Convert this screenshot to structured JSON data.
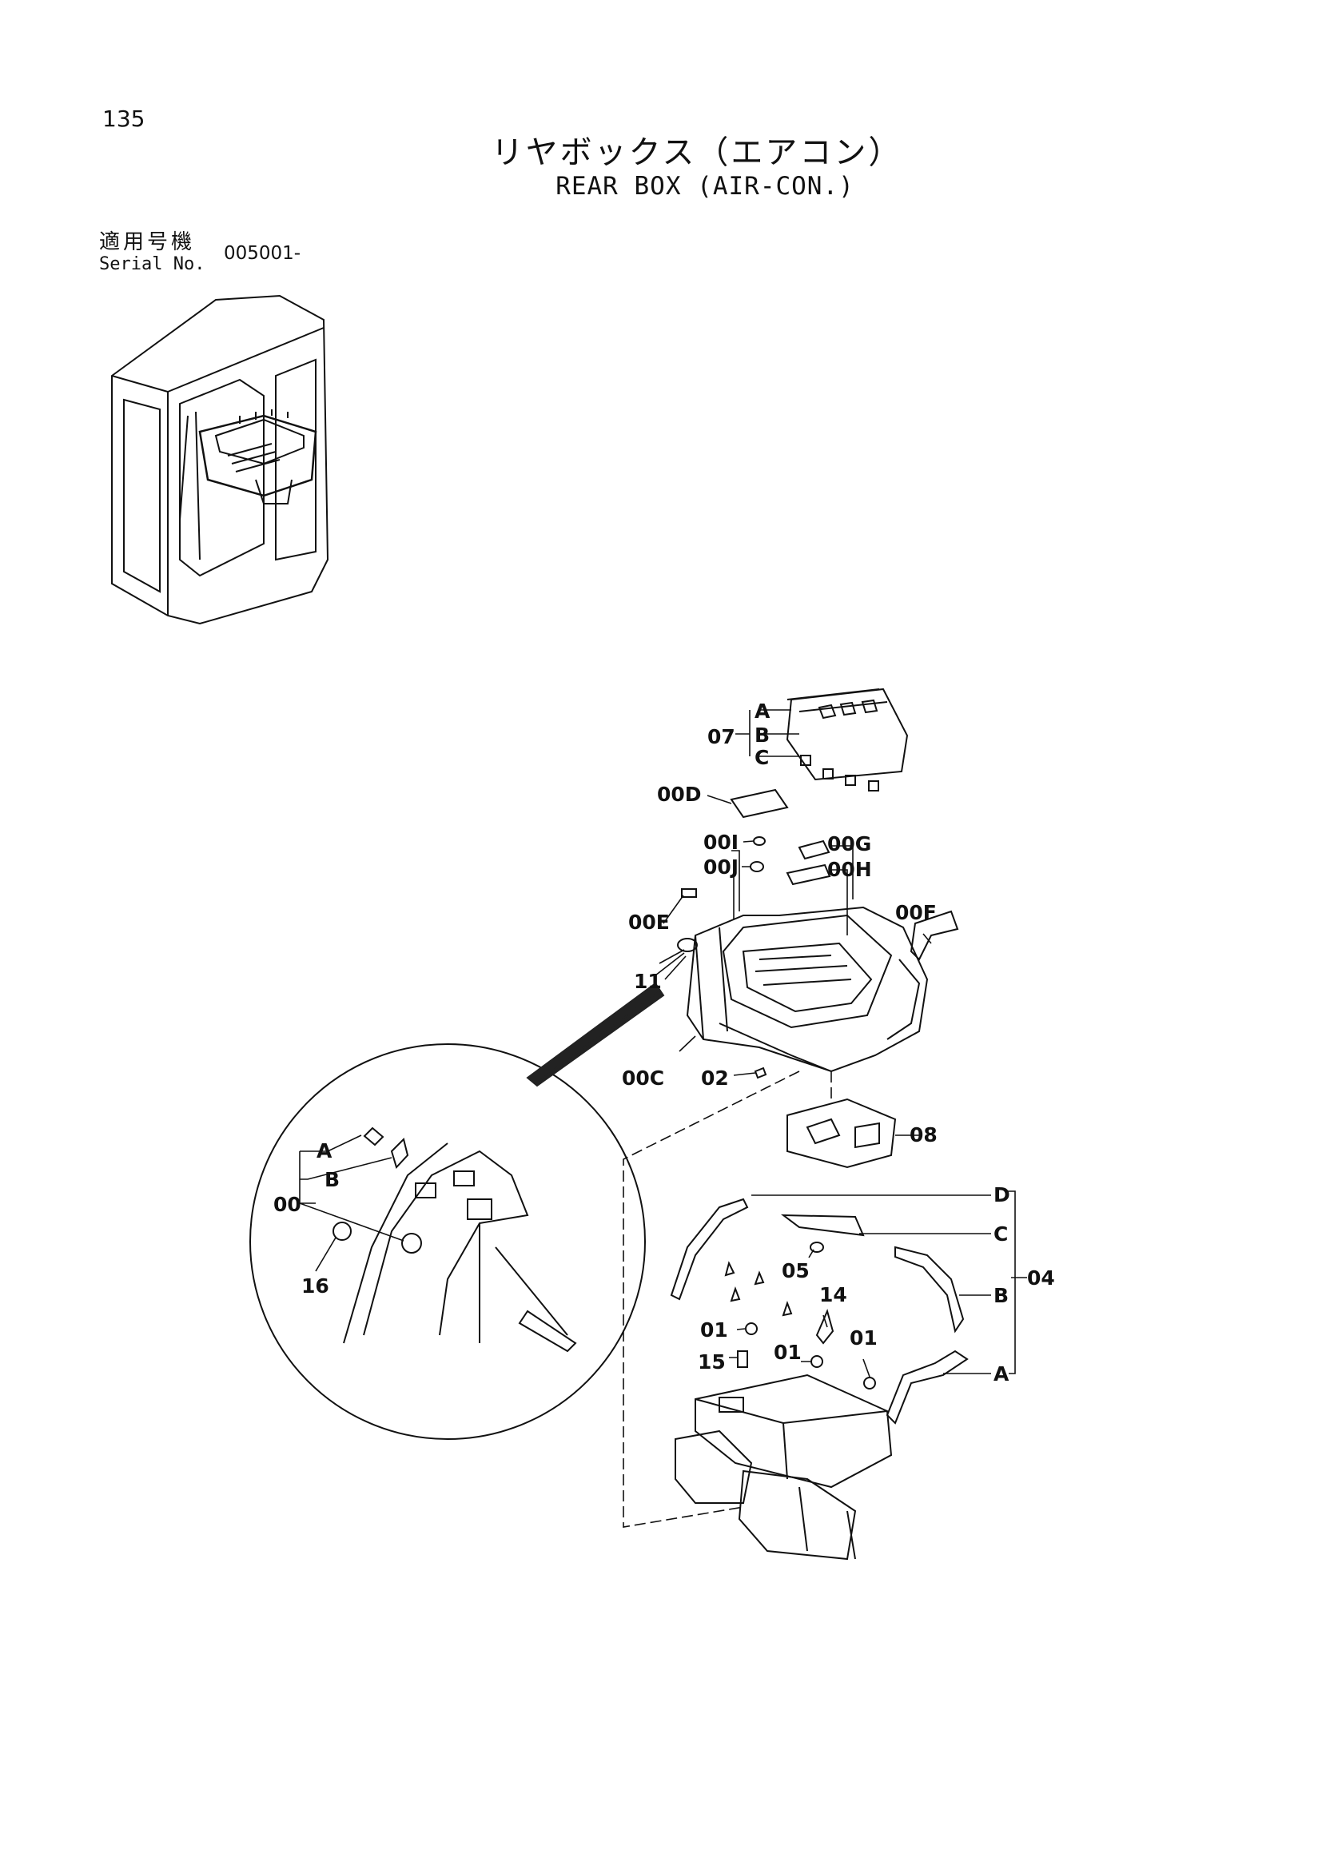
{
  "page_number": "135",
  "title_jp": "リヤボックス（エアコン）",
  "title_en": "REAR BOX (AIR-CON.)",
  "serial": {
    "label_jp": "適用号機",
    "label_en": "Serial No.",
    "value": "005001-"
  },
  "callouts": {
    "c07": "07",
    "c07A": "A",
    "c07B": "B",
    "c07C": "C",
    "c00D": "00D",
    "c00I": "00I",
    "c00J": "00J",
    "c00G": "00G",
    "c00H": "00H",
    "c00E": "00E",
    "c00F": "00F",
    "c11": "11",
    "c00C": "00C",
    "c02": "02",
    "c08": "08",
    "c04": "04",
    "c04D": "D",
    "c04C": "C",
    "c04B": "B",
    "c04A": "A",
    "c05": "05",
    "c14": "14",
    "c01a": "01",
    "c01b": "01",
    "c01c": "01",
    "c15": "15",
    "c00": "00",
    "c00A": "A",
    "c00B": "B",
    "c16": "16"
  }
}
